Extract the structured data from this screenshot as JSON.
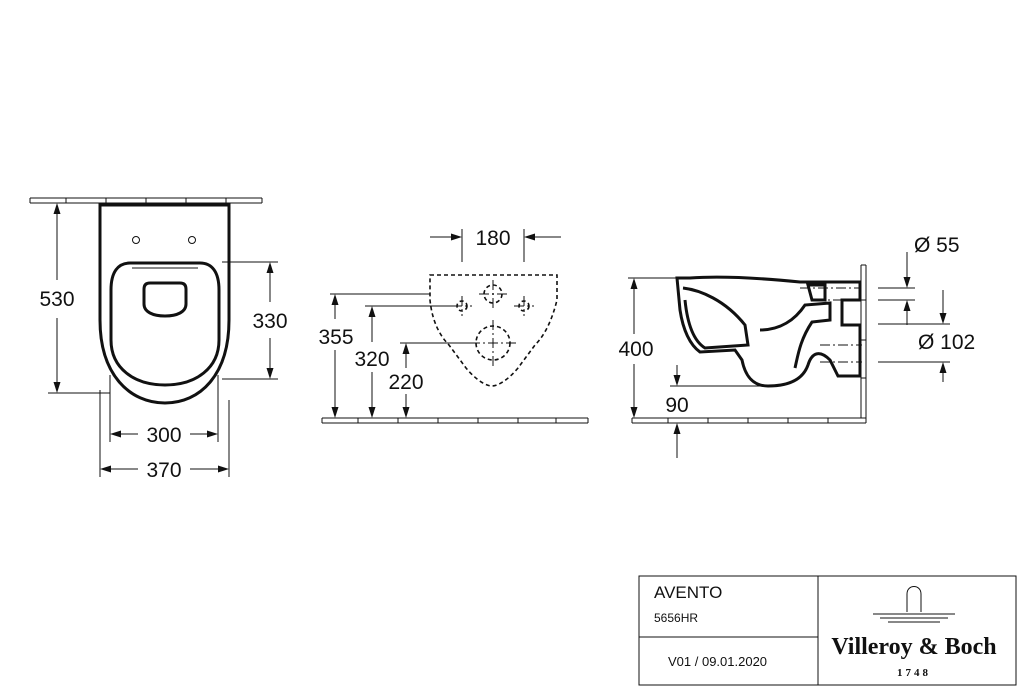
{
  "plan_view": {
    "dim_depth": "530",
    "dim_seat_depth": "330",
    "dim_inner_width": "300",
    "dim_outer_width": "370"
  },
  "fixing_view": {
    "dim_bolt_spacing": "180",
    "dim_355": "355",
    "dim_320": "320",
    "dim_220": "220"
  },
  "side_view": {
    "dim_height": "400",
    "dim_outlet_height": "90",
    "dim_inlet_diameter": "Ø 55",
    "dim_outlet_diameter": "Ø 102"
  },
  "title_block": {
    "product_name": "AVENTO",
    "product_code": "5656HR",
    "version": "V01 / 09.01.2020",
    "brand_name": "Villeroy & Boch",
    "brand_year": "1748"
  }
}
